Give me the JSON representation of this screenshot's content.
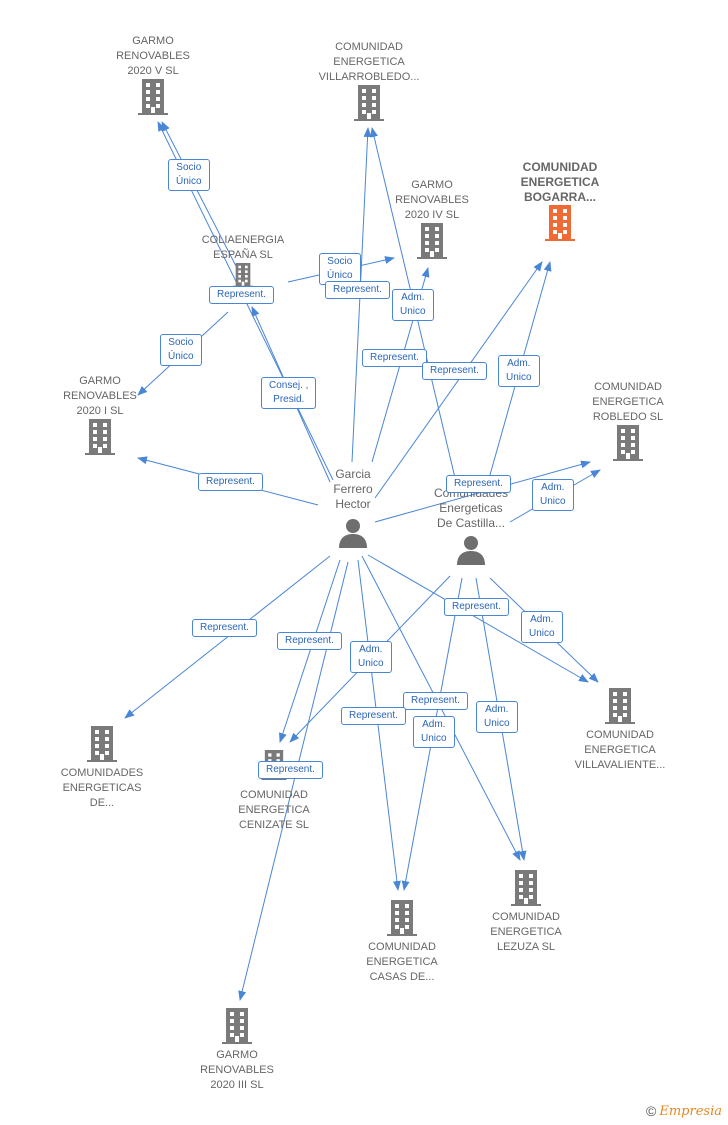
{
  "colors": {
    "edge": "#4a86d6",
    "building": "#7a7a7a",
    "highlight": "#f06a35",
    "person": "#6e6e6e"
  },
  "nodes": {
    "garmo_v": "GARMO\nRENOVABLES\n2020 V  SL",
    "villarrobledo": "COMUNIDAD\nENERGETICA\nVILLARROBLEDO...",
    "garmo_iv": "GARMO\nRENOVABLES\n2020 IV  SL",
    "bogarra": "COMUNIDAD\nENERGETICA\nBOGARRA...",
    "coliaenergia": "COLIAENERGIA\nESPAÑA  SL",
    "garmo_i": "GARMO\nRENOVABLES\n2020 I  SL",
    "robledo": "COMUNIDAD\nENERGETICA\nROBLEDO  SL",
    "garcia": "Garcia\nFerrero\nHector",
    "castilla": "Comunidades\nEnergeticas\nDe Castilla...",
    "comunidades_de": "COMUNIDADES\nENERGETICAS\nDE...",
    "cenizate": "COMUNIDAD\nENERGETICA\nCENIZATE  SL",
    "villavaliente": "COMUNIDAD\nENERGETICA\nVILLAVALIENTE...",
    "casas": "COMUNIDAD\nENERGETICA\nCASAS DE...",
    "lezuza": "COMUNIDAD\nENERGETICA\nLEZUZA  SL",
    "garmo_iii": "GARMO\nRENOVABLES\n2020 III  SL"
  },
  "relations": {
    "socio_1": "Socio\nÚnico",
    "socio_2": "Socio\nÚnico",
    "socio_3": "Socio\nÚnico",
    "represent_1": "Represent.",
    "represent_2": "Represent.",
    "represent_3": "Represent.",
    "represent_4": "Represent.",
    "represent_5": "Represent.",
    "represent_6": "Represent.",
    "represent_7": "Represent.",
    "represent_8": "Represent.",
    "represent_9": "Represent.",
    "represent_10": "Represent.",
    "represent_11": "Represent.",
    "represent_12": "Represent.",
    "adm_1": "Adm.\nUnico",
    "adm_2": "Adm.\nUnico",
    "adm_3": "Adm.\nUnico",
    "adm_4": "Adm.\nUnico",
    "adm_5": "Adm.\nUnico",
    "adm_6": "Adm.\nUnico",
    "adm_7": "Adm.\nUnico",
    "consej": "Consej. ,\nPresid."
  },
  "copyright": {
    "symbol": "©",
    "brand": "Empresia"
  }
}
